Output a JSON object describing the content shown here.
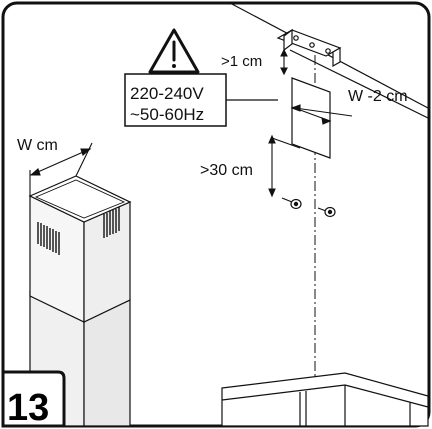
{
  "step_number": "13",
  "labels": {
    "gap_top": ">1 cm",
    "voltage": "220-240V",
    "frequency": "~50-60Hz",
    "width_bracket": "W -2 cm",
    "width_chimney": "W cm",
    "gap_bottom": ">30 cm"
  },
  "icons": {
    "warning": "warning-triangle-icon"
  },
  "colors": {
    "line": "#111111",
    "background": "#ffffff"
  }
}
